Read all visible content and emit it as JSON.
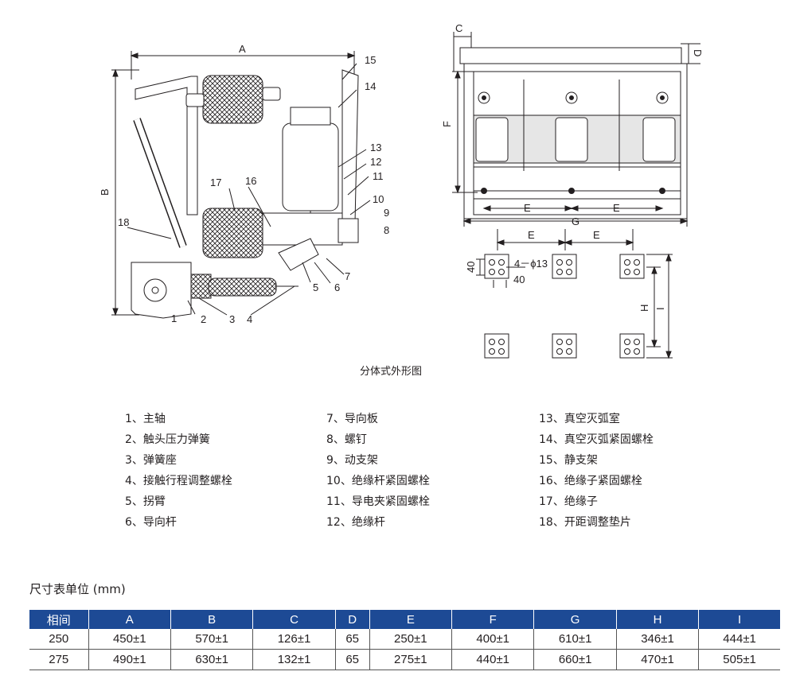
{
  "drawing": {
    "caption": "分体式外形图",
    "left_part_numbers": [
      "1",
      "2",
      "3",
      "4",
      "5",
      "6",
      "7",
      "8",
      "9",
      "10",
      "11",
      "12",
      "13",
      "14",
      "15",
      "16",
      "17",
      "18"
    ],
    "dimension_letters": {
      "A": "A",
      "B": "B",
      "C": "C",
      "D": "D",
      "E": "E",
      "F": "F",
      "G": "G",
      "H": "H",
      "I": "I"
    },
    "hole_labels": {
      "size_40_v": "40",
      "size_40_h": "40",
      "holes": "4－ϕ13"
    }
  },
  "legend": {
    "col1": [
      "1、主轴",
      "2、触头压力弹簧",
      "3、弹簧座",
      "4、接触行程调整螺栓",
      "5、拐臂",
      "6、导向杆"
    ],
    "col2": [
      "7、导向板",
      "8、螺钉",
      "9、动支架",
      "10、绝缘杆紧固螺栓",
      "11、导电夹紧固螺栓",
      "12、绝缘杆"
    ],
    "col3": [
      "13、真空灭弧室",
      "14、真空灭弧紧固螺栓",
      "15、静支架",
      "16、绝缘子紧固螺栓",
      "17、绝缘子",
      "18、开距调整垫片"
    ]
  },
  "table": {
    "title": "尺寸表单位 (mm)",
    "headers": [
      "相间",
      "A",
      "B",
      "C",
      "D",
      "E",
      "F",
      "G",
      "H",
      "I"
    ],
    "rows": [
      [
        "250",
        "450±1",
        "570±1",
        "126±1",
        "65",
        "250±1",
        "400±1",
        "610±1",
        "346±1",
        "444±1"
      ],
      [
        "275",
        "490±1",
        "630±1",
        "132±1",
        "65",
        "275±1",
        "440±1",
        "660±1",
        "470±1",
        "505±1"
      ]
    ]
  },
  "colors": {
    "header_bg": "#1d4a95",
    "line": "#231f20",
    "shade": "#bcbcbc"
  }
}
